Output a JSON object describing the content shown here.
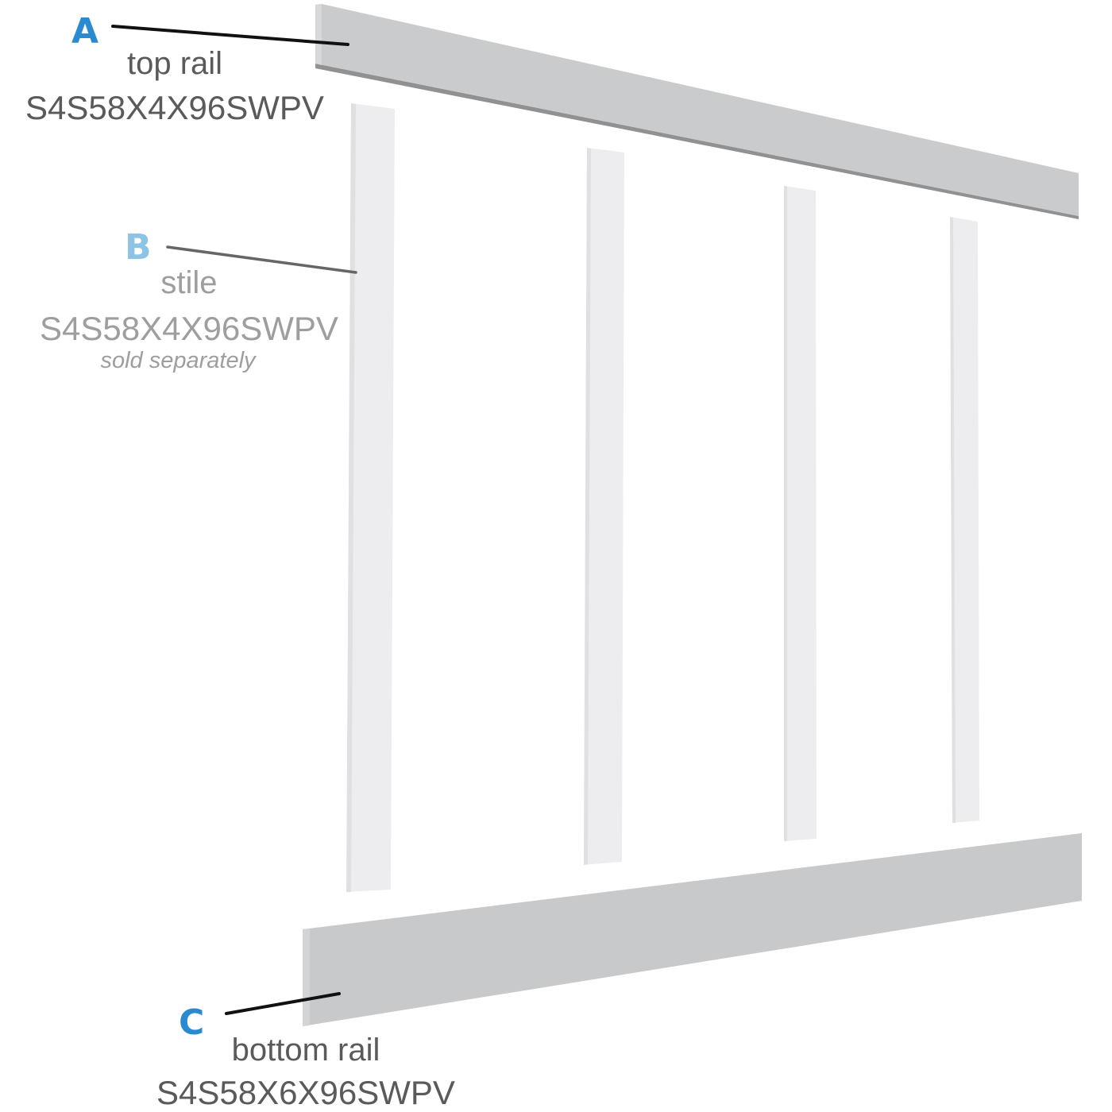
{
  "colors": {
    "background": "#ffffff",
    "rail_face": "#c8cacc",
    "rail_edge": "#9a9c9e",
    "stile_face": "#ececee",
    "stile_edge": "#dcdcde",
    "letter_a": "#2a8ad0",
    "letter_b": "#8cc4e6",
    "letter_c": "#2a8ad0",
    "label_dark": "#5a5a5a",
    "label_light": "#9e9e9e",
    "leader_dark": "#111111",
    "leader_light": "#666666"
  },
  "parts": [
    {
      "letter": "A",
      "name": "top rail",
      "sku": "S4S58X4X96SWPV",
      "note": ""
    },
    {
      "letter": "B",
      "name": "stile",
      "sku": "S4S58X4X96SWPV",
      "note": "sold separately"
    },
    {
      "letter": "C",
      "name": "bottom rail",
      "sku": "S4S58X6X96SWPV",
      "note": ""
    }
  ],
  "stile_count": 4
}
